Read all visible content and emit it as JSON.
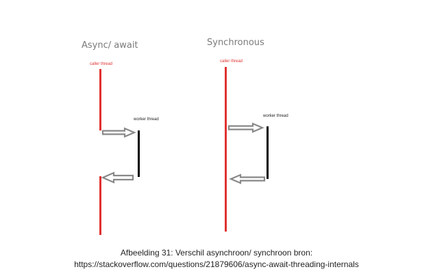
{
  "left_panel": {
    "title": "Async/ await",
    "caller_label": "caller thread",
    "worker_label": "worker thread"
  },
  "right_panel": {
    "title": "Synchronous",
    "caller_label": "caller thread",
    "worker_label": "worker thread"
  },
  "caption": {
    "line1": "Afbeelding 31: Verschil asynchroon/ synchroon bron:",
    "line2": "https://stackoverflow.com/questions/21879606/async-await-threading-internals"
  },
  "colors": {
    "caller_line": "#e0312f",
    "worker_line": "#000000",
    "arrow_stroke": "#888888",
    "title_text": "#7a7a7a"
  },
  "icons": {
    "call_arrow": "arrow-right-icon",
    "return_arrow": "arrow-left-icon"
  }
}
